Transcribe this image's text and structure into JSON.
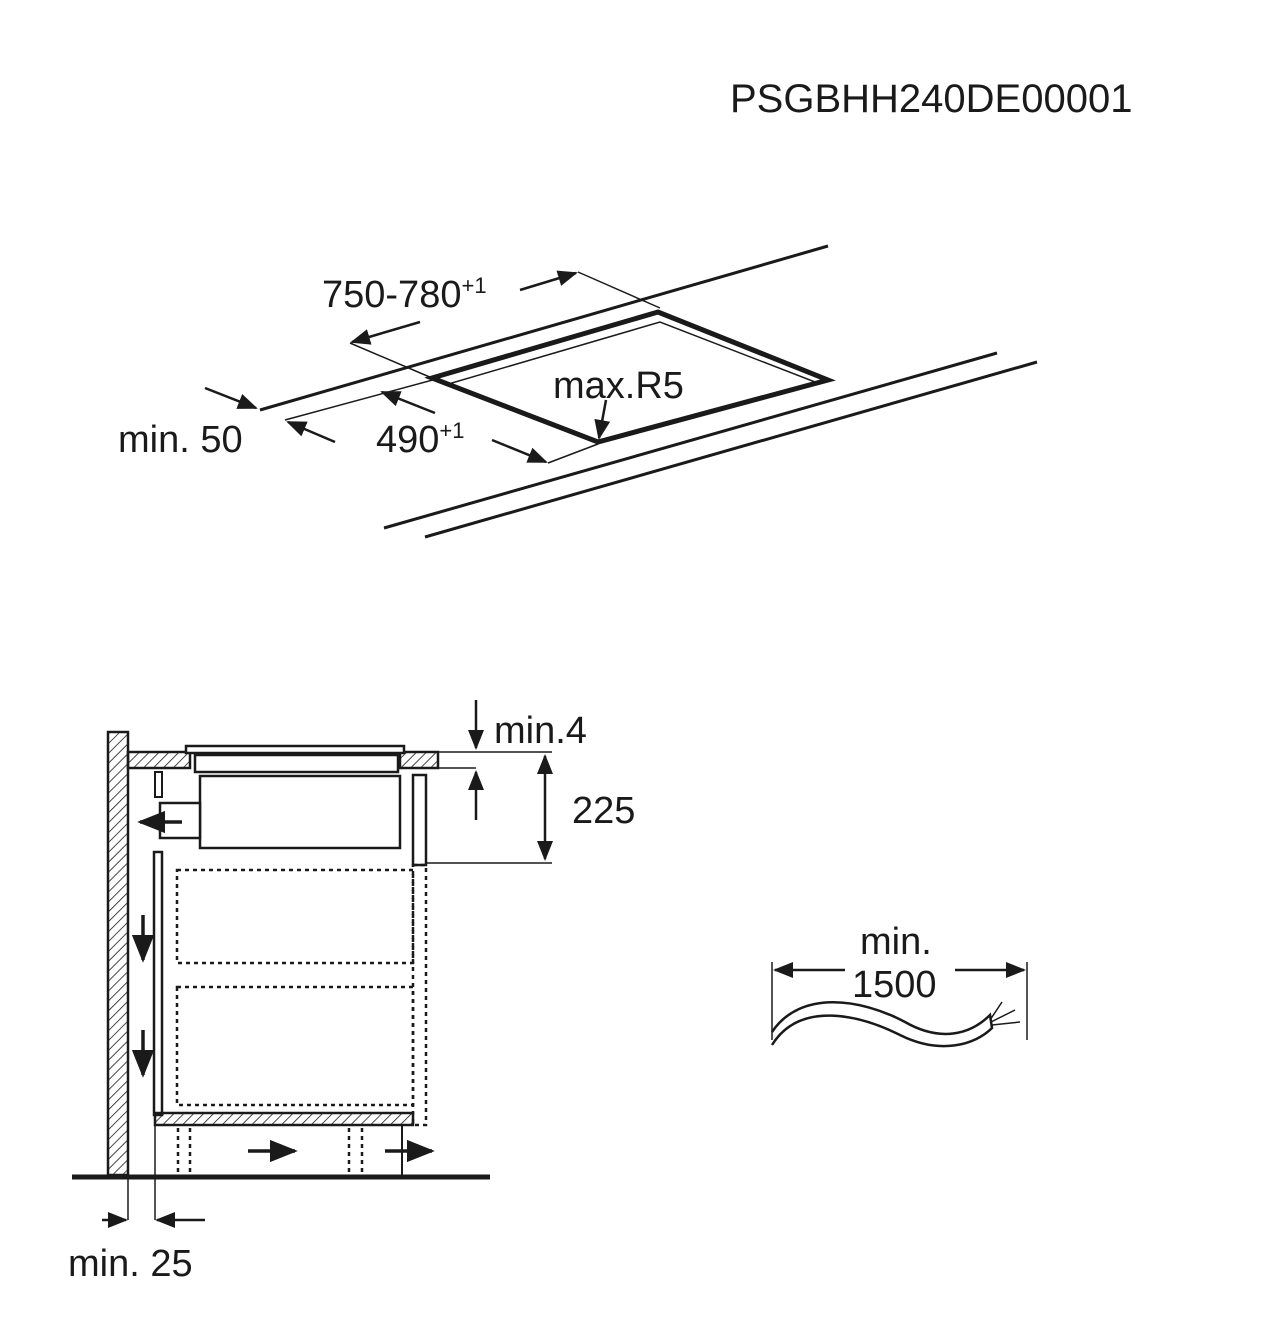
{
  "header": {
    "code": "PSGBHH240DE00001"
  },
  "cutout_diagram": {
    "width_dim": "750-780",
    "width_tol": "+1",
    "depth_dim": "490",
    "depth_tol": "+1",
    "edge_min": "min. 50",
    "radius": "max.R5"
  },
  "section_diagram": {
    "gap_top": "min.4",
    "height": "225",
    "wall_gap": "min. 25"
  },
  "cable_diagram": {
    "label_min": "min.",
    "length": "1500"
  },
  "colors": {
    "ink": "#1a1a1a",
    "background": "#ffffff"
  }
}
